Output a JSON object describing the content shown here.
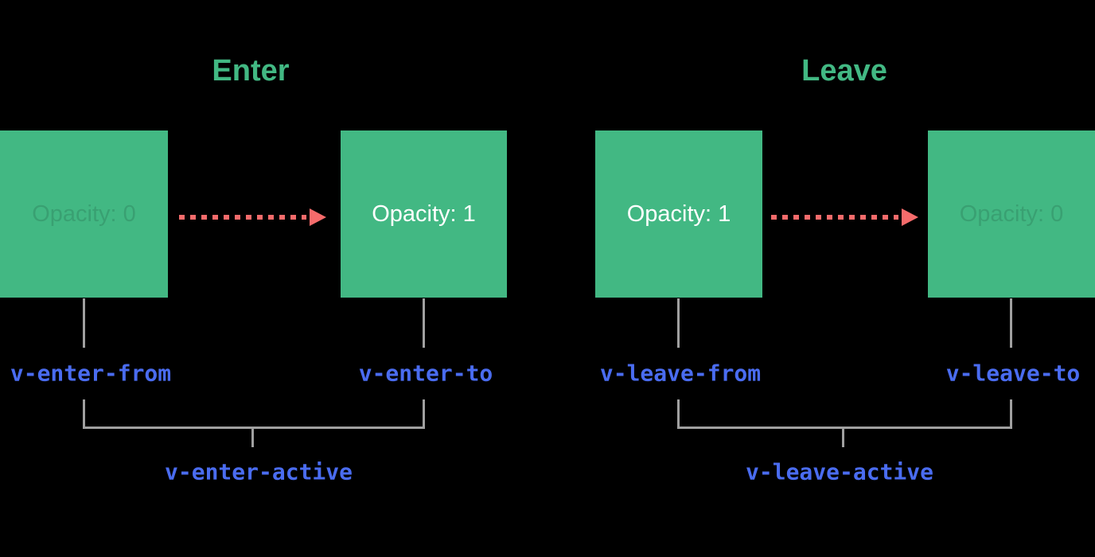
{
  "colors": {
    "green": "#42b883",
    "red": "#f66b6b",
    "blue": "#4a6cf0",
    "gray": "#a0a0a0",
    "white": "#ffffff",
    "background": "#000000"
  },
  "enter": {
    "title": "Enter",
    "from_box": {
      "text": "Opacity: 0"
    },
    "to_box": {
      "text": "Opacity: 1"
    },
    "class_labels": {
      "from": "v-enter-from",
      "to": "v-enter-to",
      "active": "v-enter-active"
    }
  },
  "leave": {
    "title": "Leave",
    "from_box": {
      "text": "Opacity: 1"
    },
    "to_box": {
      "text": "Opacity: 0"
    },
    "class_labels": {
      "from": "v-leave-from",
      "to": "v-leave-to",
      "active": "v-leave-active"
    }
  }
}
